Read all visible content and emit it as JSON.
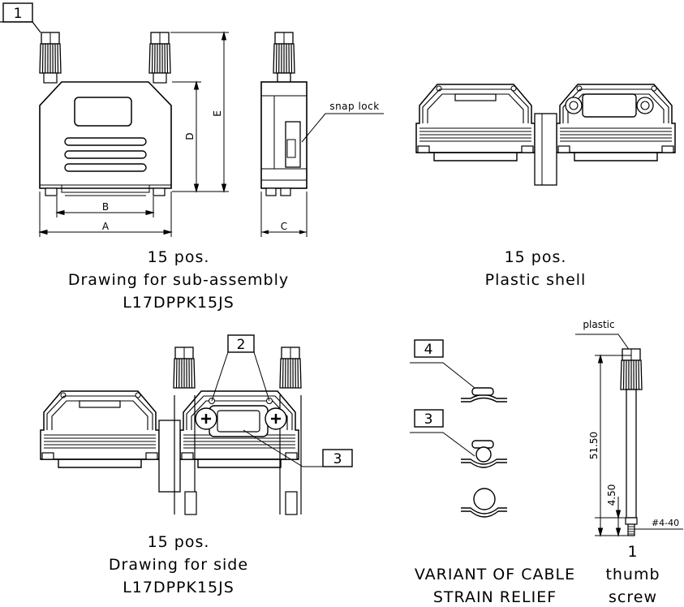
{
  "callouts": {
    "c1": "1",
    "c2": "2",
    "c3a": "3",
    "c3b": "3",
    "c4": "4"
  },
  "dims": {
    "A": "A",
    "B": "B",
    "C": "C",
    "D": "D",
    "E": "E",
    "d51": "51.50",
    "d45": "4.50",
    "thread": "#4-40"
  },
  "notes": {
    "snap": "snap lock",
    "plastic": "plastic"
  },
  "captions": {
    "sub_assembly": {
      "l1": "15 pos.",
      "l2": "Drawing for sub-assembly",
      "l3": "L17DPPK15JS"
    },
    "plastic_shell": {
      "l1": "15 pos.",
      "l2": "Plastic shell"
    },
    "side": {
      "l1": "15 pos.",
      "l2": "Drawing for side",
      "l3": "L17DPPK15JS"
    },
    "variant": {
      "l1": "VARIANT OF CABLE",
      "l2": "STRAIN RELIEF"
    },
    "thumb": {
      "l1": "1",
      "l2": "thumb",
      "l3": "screw"
    }
  }
}
